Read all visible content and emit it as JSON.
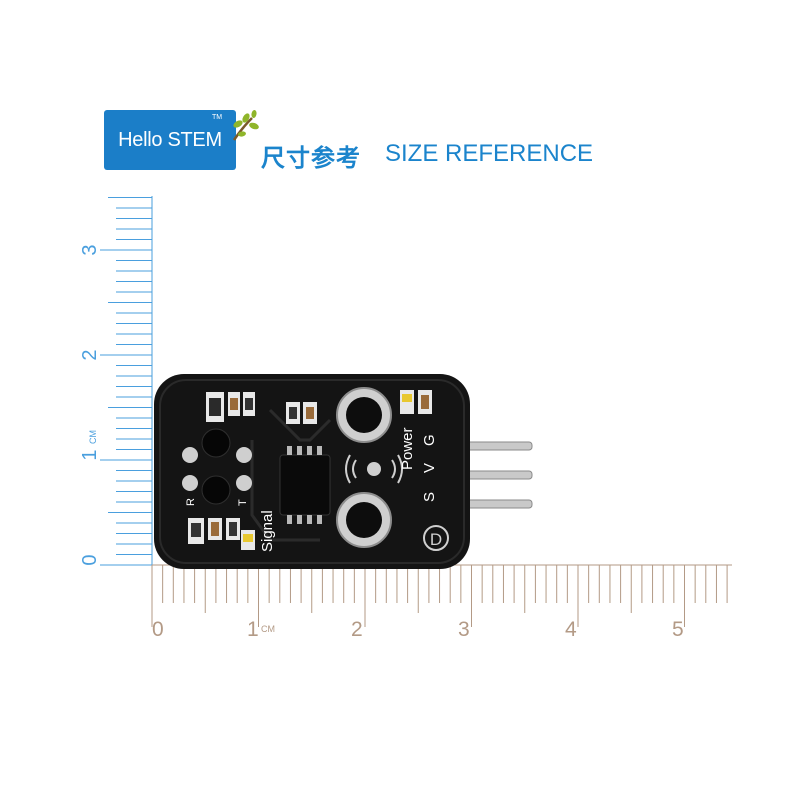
{
  "logo": {
    "text": "Hello STEM",
    "tm": "TM"
  },
  "header": {
    "title_cn": "尺寸参考",
    "title_en": "SIZE REFERENCE"
  },
  "ruler_horizontal": {
    "labels": [
      "0",
      "1",
      "2",
      "3",
      "4",
      "5"
    ],
    "unit": "CM"
  },
  "ruler_vertical": {
    "labels": [
      "0",
      "1",
      "2",
      "3"
    ],
    "unit": "CM"
  },
  "board": {
    "label_power": "Power",
    "label_signal": "Signal",
    "label_r": "R",
    "label_t": "T",
    "pins": [
      "S",
      "V",
      "G"
    ],
    "logo_letter": "D"
  },
  "colors": {
    "accent": "#1b7ec8",
    "ruler_horizontal": "#b39a86",
    "ruler_vertical": "#4a9fde",
    "pcb": "#141414"
  }
}
